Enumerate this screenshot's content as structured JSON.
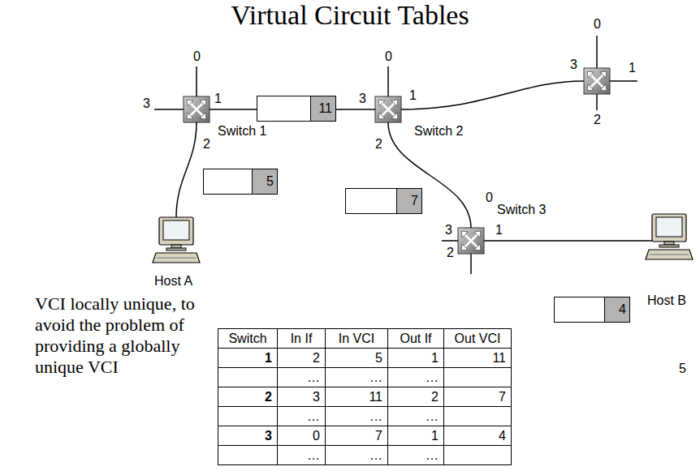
{
  "diagram": {
    "title": "Virtual Circuit Tables",
    "nodes": [
      {
        "text": [
          "Switch 1"
        ]
      },
      {
        "text": [
          "Switch 2"
        ]
      },
      {
        "text": [
          "Switch 3"
        ]
      },
      {
        "text": [
          "Host A"
        ]
      },
      {
        "text": [
          "Host B"
        ]
      },
      {
        "text": [
          "11"
        ]
      },
      {
        "text": [
          "5"
        ]
      },
      {
        "text": [
          "7"
        ]
      },
      {
        "text": [
          "4"
        ]
      }
    ],
    "edges": [
      {
        "from": 0,
        "to": 1,
        "arrow": "none"
      },
      {
        "from": 0,
        "to": 3,
        "arrow": "none"
      },
      {
        "from": 1,
        "to": 2,
        "arrow": "none"
      },
      {
        "from": 2,
        "to": 4,
        "arrow": "none"
      }
    ],
    "labels": [
      "0",
      "3",
      "1",
      "2",
      "0",
      "3",
      "1",
      "2",
      "0",
      "3",
      "1",
      "2",
      "0",
      "3",
      "1",
      "2",
      "VCI locally unique, to avoid the problem of providing a globally unique VCI",
      "Switch",
      "In If",
      "In VCI",
      "Out If",
      "Out VCI",
      "1",
      "2",
      "5",
      "1",
      "11",
      "…",
      "…",
      "…",
      "2",
      "3",
      "11",
      "2",
      "7",
      "…",
      "…",
      "…",
      "3",
      "0",
      "7",
      "1",
      "4",
      "…",
      "…",
      "…",
      "5"
    ]
  }
}
